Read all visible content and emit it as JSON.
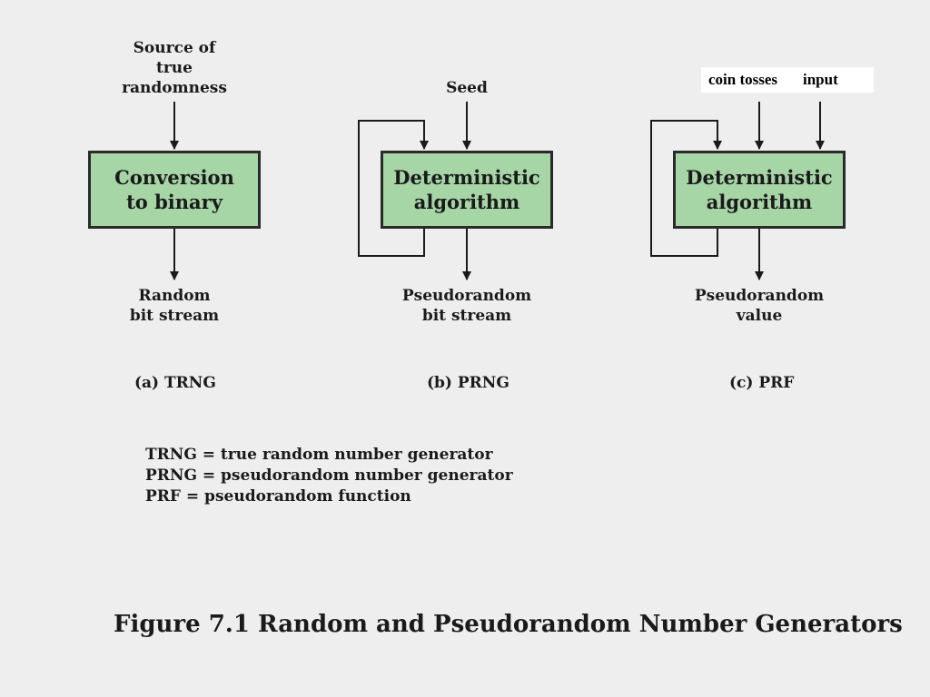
{
  "panel_a": {
    "input_label": "Source of\ntrue\nrandomness",
    "box_label": "Conversion\nto binary",
    "output_label": "Random\nbit stream",
    "caption": "(a) TRNG"
  },
  "panel_b": {
    "input_label": "Seed",
    "box_label": "Deterministic\nalgorithm",
    "output_label": "Pseudorandom\nbit stream",
    "caption": "(b) PRNG"
  },
  "panel_c": {
    "input_label_1": "coin tosses",
    "input_label_2": "input",
    "box_label": "Deterministic\nalgorithm",
    "output_label": "Pseudorandom\nvalue",
    "caption": "(c) PRF"
  },
  "legend": [
    "TRNG = true random number generator",
    "PRNG = pseudorandom number generator",
    "PRF = pseudorandom function"
  ],
  "figure_title": "Figure 7.1  Random and Pseudorandom Number Generators",
  "colors": {
    "box_fill": "#a6d5a6",
    "background": "#eeeeef"
  }
}
